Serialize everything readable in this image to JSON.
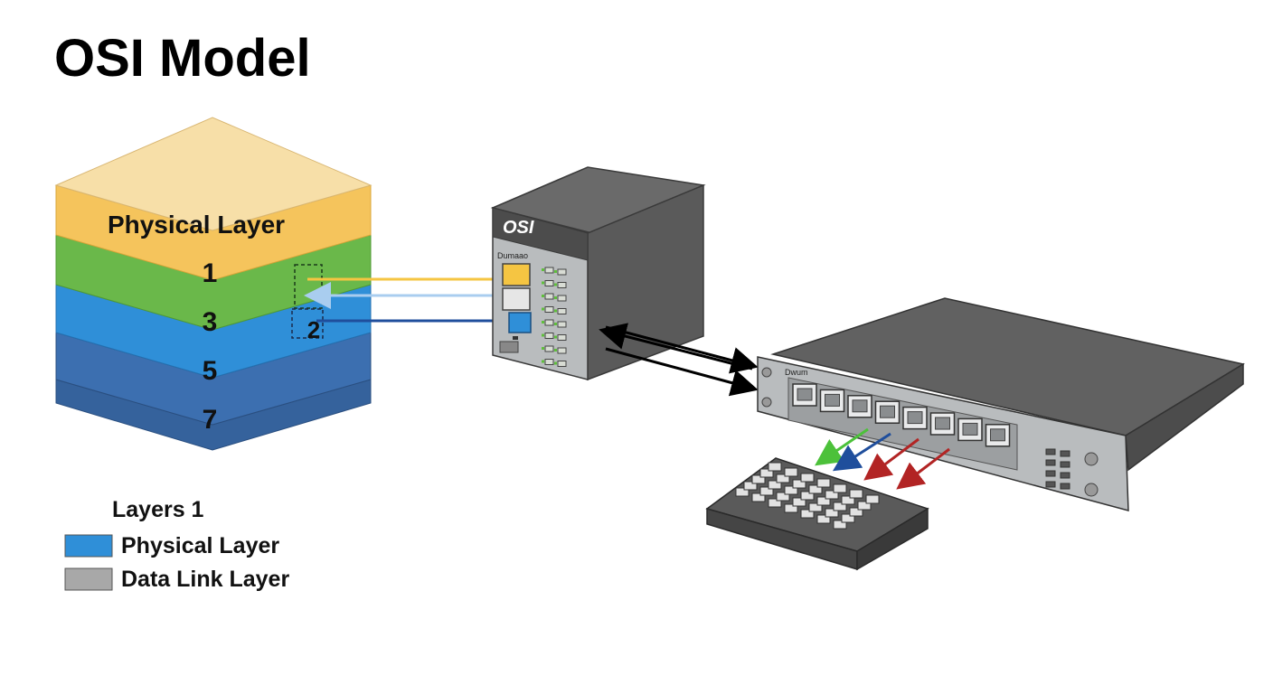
{
  "title": "OSI Model",
  "stack": {
    "top_label": "Physical Layer",
    "layers": [
      {
        "label": "1",
        "color": "#6ab84a"
      },
      {
        "label": "3",
        "color": "#2f8fd8"
      },
      {
        "label": "5",
        "color": "#3c6fb0"
      },
      {
        "label": "7",
        "color": "#3c6fb0"
      }
    ],
    "top_color": "#f7dfa8",
    "top_band_color": "#f5c45c",
    "inner_label": "2"
  },
  "server": {
    "label": "OSI",
    "sub_label": "Dumaao",
    "body_color": "#5c5c5c"
  },
  "switch": {
    "label": "Dwum",
    "port_count": 8
  },
  "legend": {
    "title": "Layers 1",
    "items": [
      {
        "label": "Physical Layer",
        "color": "#2f8fd8"
      },
      {
        "label": "Data Link Layer",
        "color": "#a8a8a8"
      }
    ]
  },
  "colors": {
    "arrow_yellow": "#f5c542",
    "arrow_lightblue": "#a9cdef",
    "arrow_blue": "#1f4e9c",
    "arrow_green": "#4cc13a",
    "arrow_red": "#b22424",
    "arrow_black": "#000000"
  }
}
